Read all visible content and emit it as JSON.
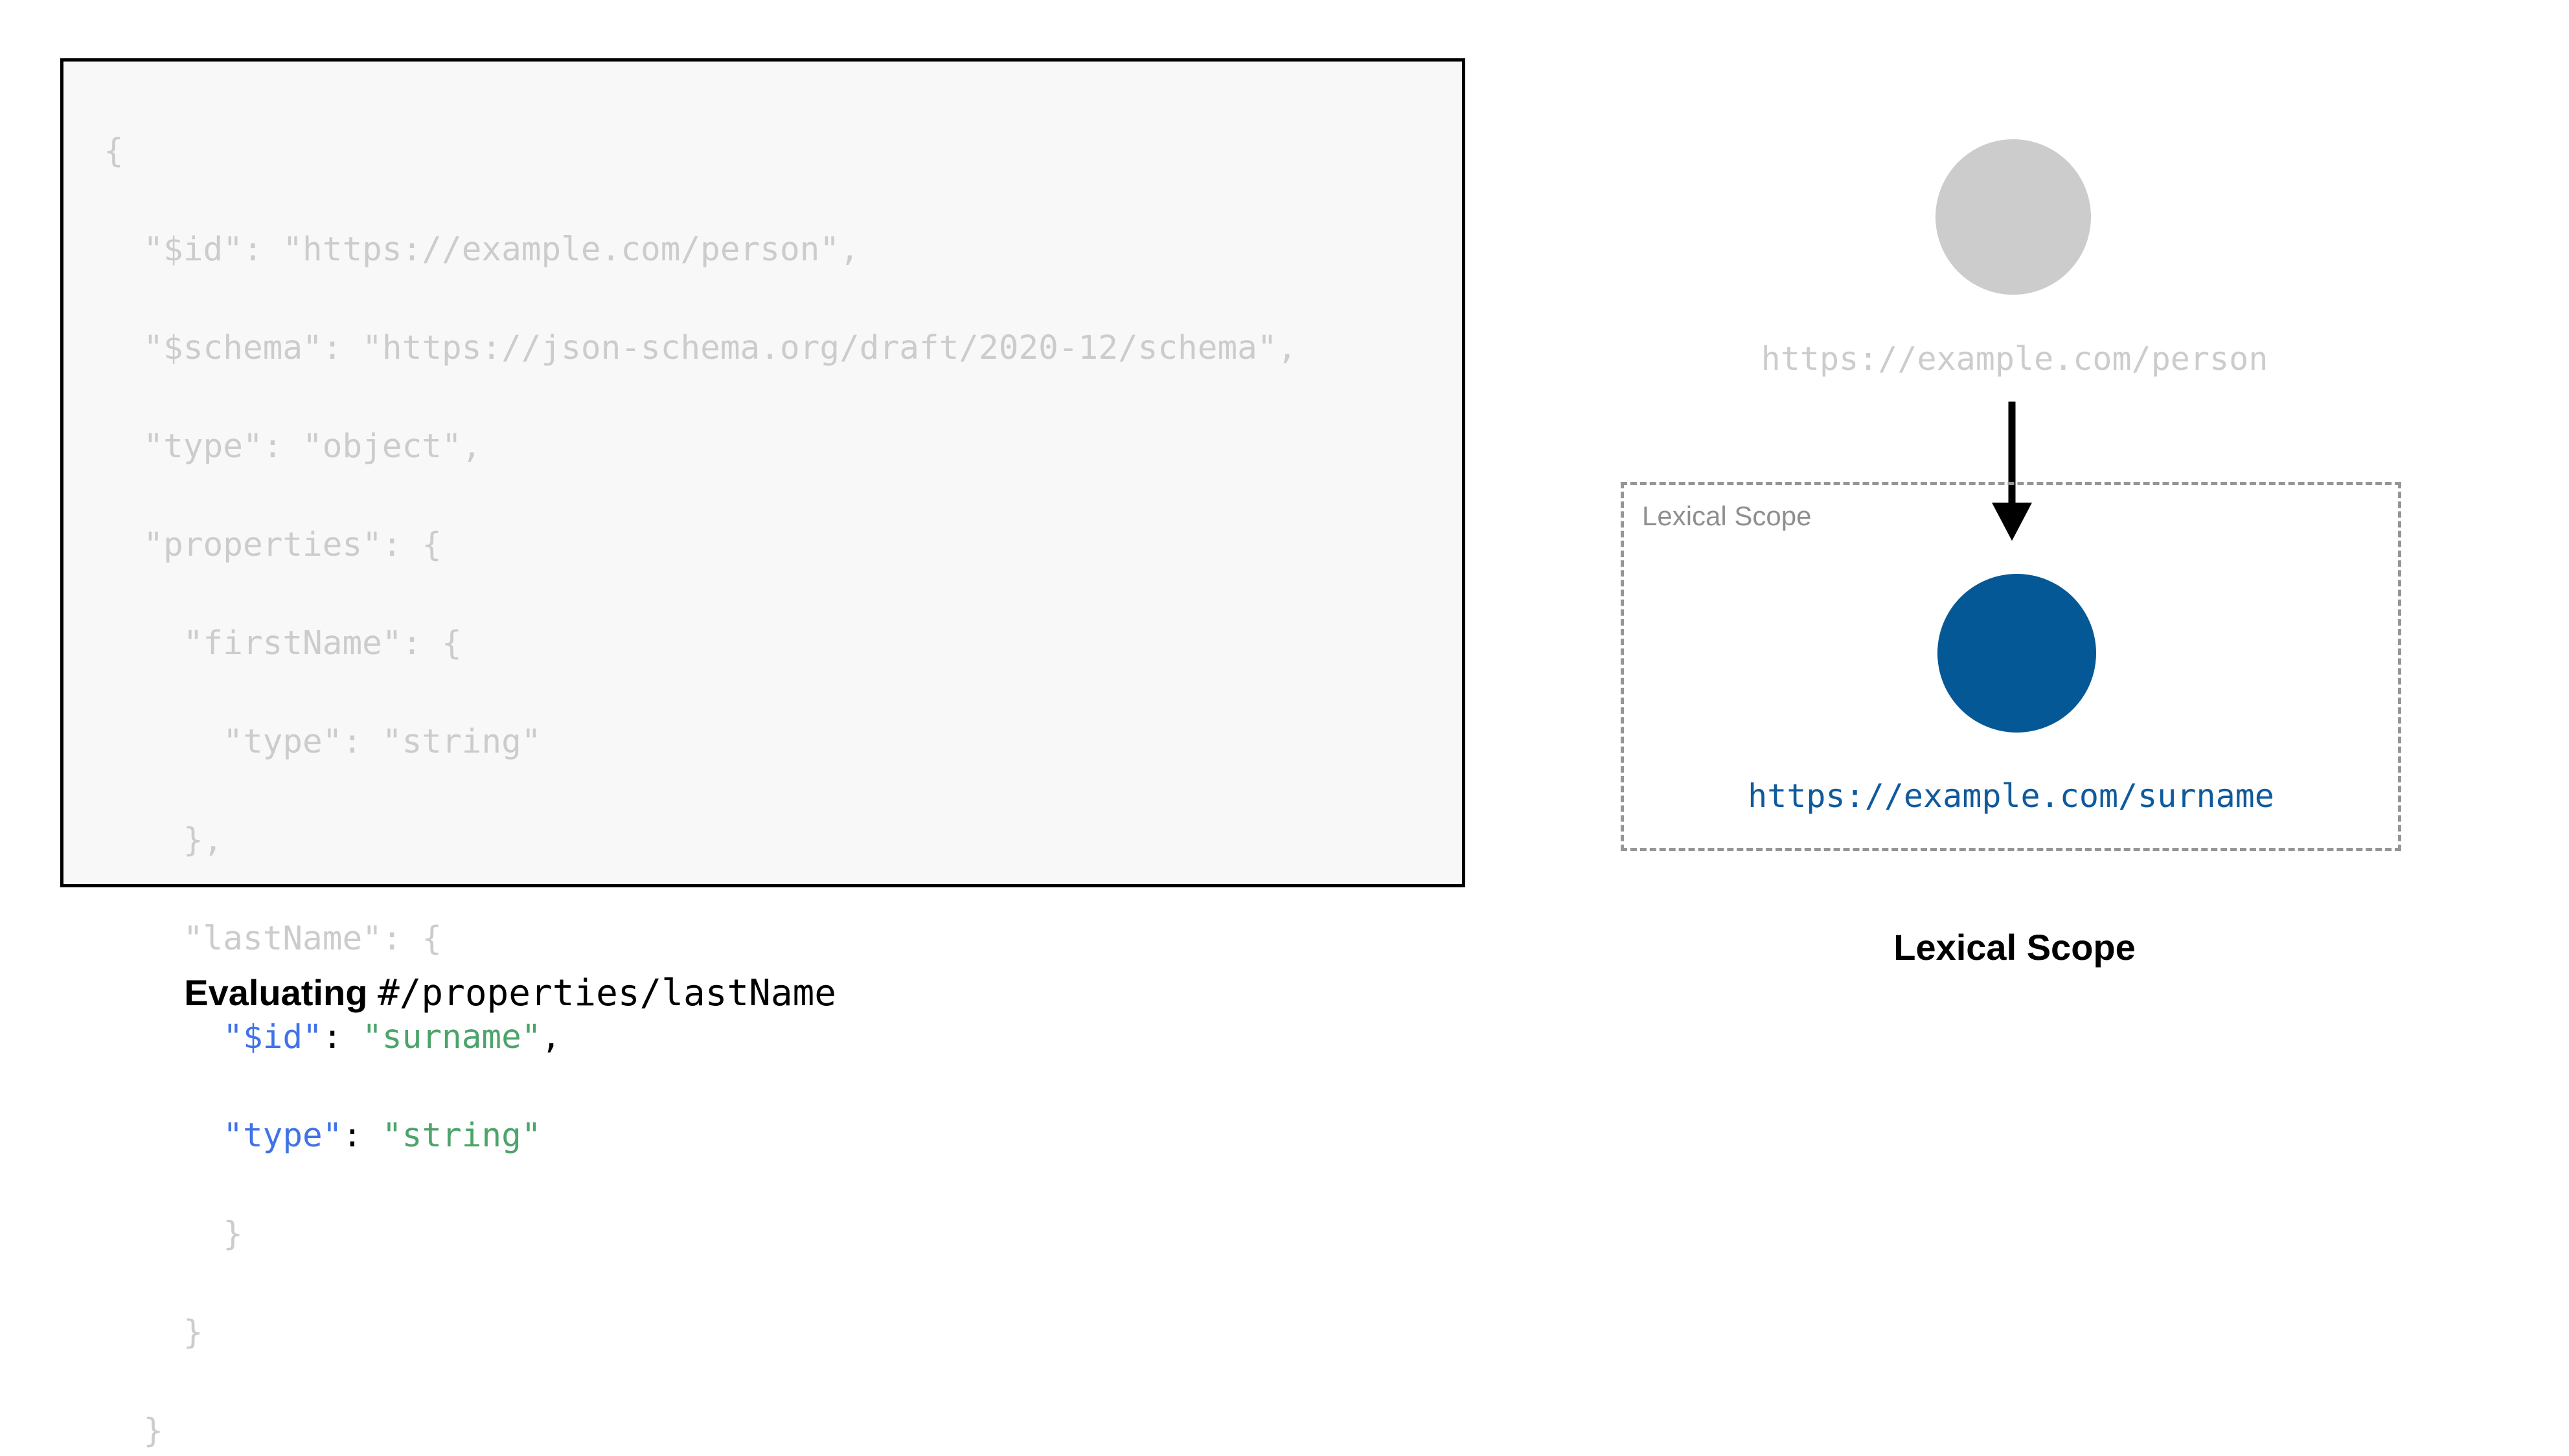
{
  "colors": {
    "code_background": "#f8f8f8",
    "code_border": "#000000",
    "dim_text": "#cccccc",
    "key_blue": "#4072e8",
    "value_green": "#4ca46a",
    "node_gray": "#cccccc",
    "node_blue": "#055896",
    "scope_dash": "#969696",
    "scope_label_gray": "#8f8f8f",
    "arrow_black": "#000000"
  },
  "left_panel": {
    "code": {
      "language": "json",
      "lines": [
        {
          "indent": 0,
          "segments": [
            {
              "text": "{",
              "style": "dim"
            }
          ]
        },
        {
          "indent": 1,
          "segments": [
            {
              "text": "\"$id\": \"https://example.com/person\",",
              "style": "dim"
            }
          ]
        },
        {
          "indent": 1,
          "segments": [
            {
              "text": "\"$schema\": \"https://json-schema.org/draft/2020-12/schema\",",
              "style": "dim"
            }
          ]
        },
        {
          "indent": 1,
          "segments": [
            {
              "text": "\"type\": \"object\",",
              "style": "dim"
            }
          ]
        },
        {
          "indent": 1,
          "segments": [
            {
              "text": "\"properties\": {",
              "style": "dim"
            }
          ]
        },
        {
          "indent": 2,
          "segments": [
            {
              "text": "\"firstName\": {",
              "style": "dim"
            }
          ]
        },
        {
          "indent": 3,
          "segments": [
            {
              "text": "\"type\": \"string\"",
              "style": "dim"
            }
          ]
        },
        {
          "indent": 2,
          "segments": [
            {
              "text": "},",
              "style": "dim"
            }
          ]
        },
        {
          "indent": 2,
          "segments": [
            {
              "text": "\"lastName\": {",
              "style": "dim"
            }
          ]
        },
        {
          "indent": 3,
          "segments": [
            {
              "text": "\"$id\"",
              "style": "key"
            },
            {
              "text": ":",
              "style": "punc"
            },
            {
              "text": " ",
              "style": "dim"
            },
            {
              "text": "\"surname\"",
              "style": "val"
            },
            {
              "text": ",",
              "style": "punc"
            }
          ]
        },
        {
          "indent": 3,
          "segments": [
            {
              "text": "\"type\"",
              "style": "key"
            },
            {
              "text": ":",
              "style": "punc"
            },
            {
              "text": " ",
              "style": "dim"
            },
            {
              "text": "\"string\"",
              "style": "val"
            }
          ]
        },
        {
          "indent": 3,
          "segments": [
            {
              "text": "}",
              "style": "dim"
            }
          ]
        },
        {
          "indent": 2,
          "segments": [
            {
              "text": "}",
              "style": "dim"
            }
          ]
        },
        {
          "indent": 1,
          "segments": [
            {
              "text": "}",
              "style": "dim"
            }
          ]
        }
      ]
    },
    "caption": {
      "bold_part": "Evaluating ",
      "mono_part": "#/properties/lastName"
    }
  },
  "right_panel": {
    "outer_node": {
      "shape": "circle",
      "fill": "gray",
      "label": "https://example.com/person"
    },
    "arrow": {
      "icon": "down-arrow-icon",
      "direction": "down"
    },
    "scope_box": {
      "border_style": "dashed",
      "label": "Lexical Scope",
      "inner_node": {
        "shape": "circle",
        "fill": "blue",
        "label": "https://example.com/surname"
      }
    },
    "caption": "Lexical Scope"
  }
}
